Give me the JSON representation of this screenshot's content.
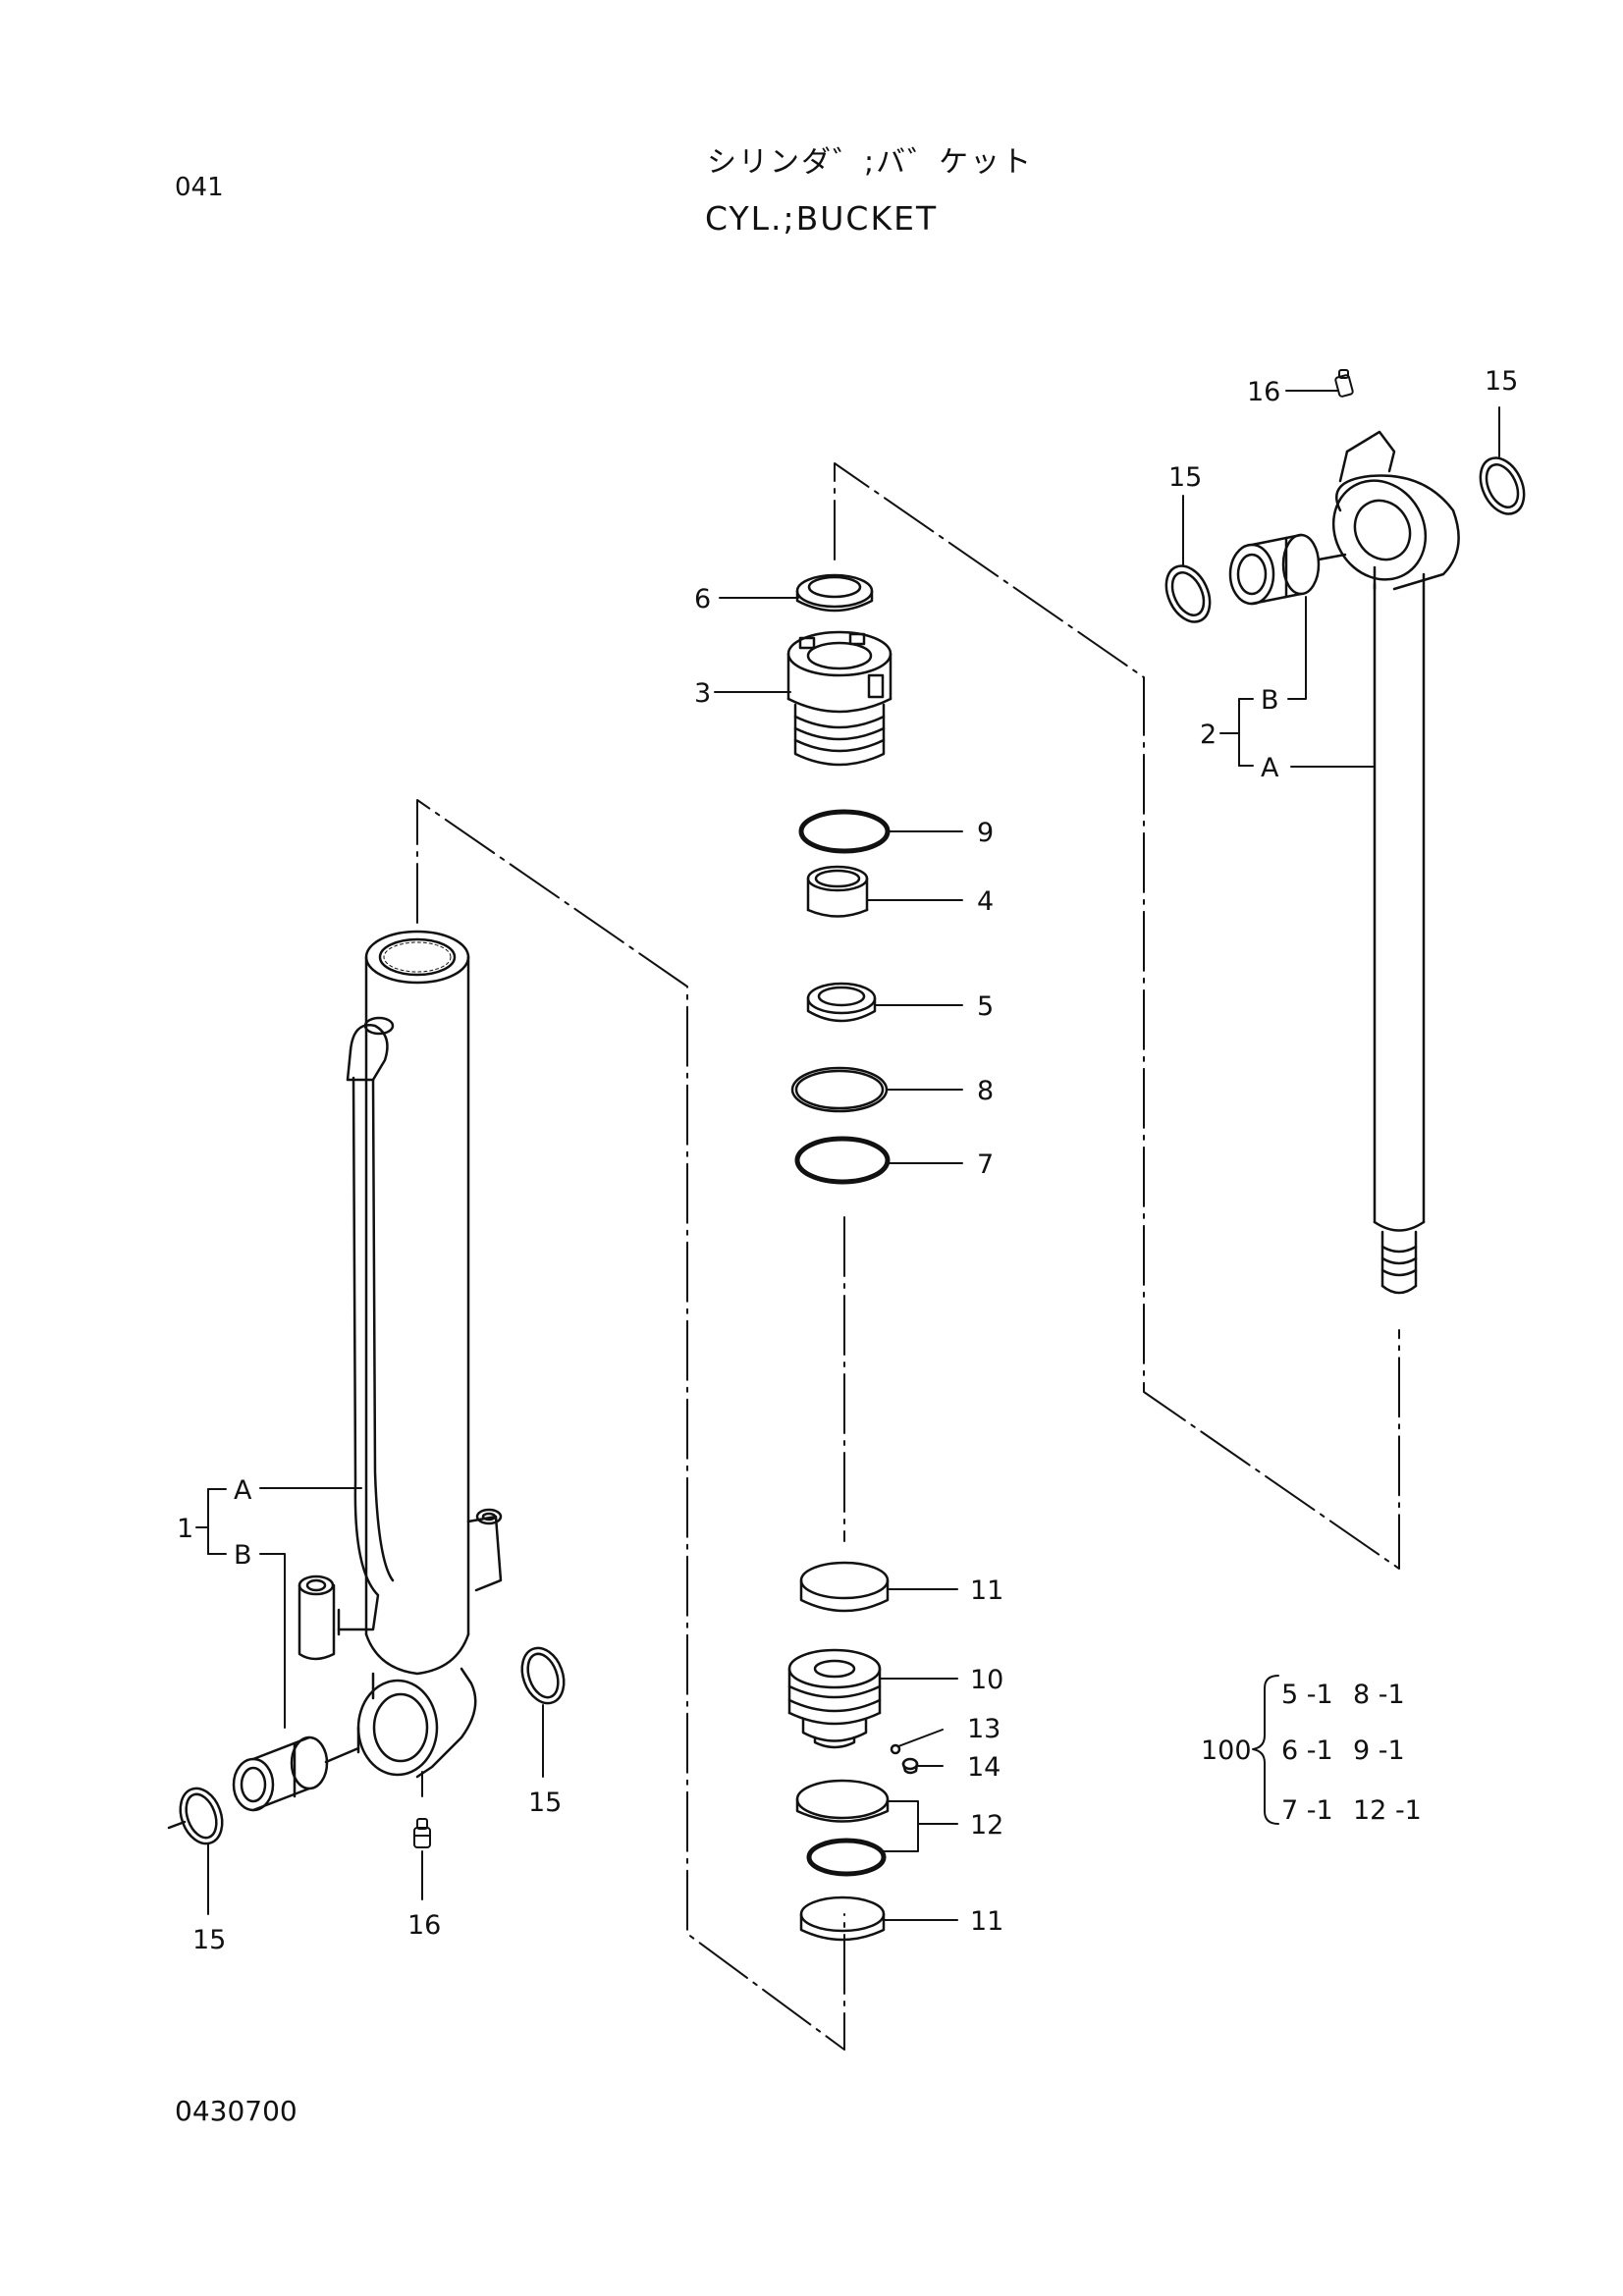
{
  "header": {
    "page_number": "041",
    "title_jp": "シリンダ゛;バ゛ケット",
    "title_en": "CYL.;BUCKET"
  },
  "footer": {
    "code": "0430700"
  },
  "callouts": {
    "c1": "1",
    "c1a": "A",
    "c1b": "B",
    "c2": "2",
    "c2a": "A",
    "c2b": "B",
    "c3": "3",
    "c4": "4",
    "c5": "5",
    "c6": "6",
    "c7": "7",
    "c8": "8",
    "c9": "9",
    "c10": "10",
    "c11a": "11",
    "c11b": "11",
    "c12": "12",
    "c13": "13",
    "c14": "14",
    "c15a": "15",
    "c15b": "15",
    "c15c": "15",
    "c15d": "15",
    "c16a": "16",
    "c16b": "16"
  },
  "kit": {
    "number": "100",
    "items": [
      [
        "5 -1",
        "8 -1"
      ],
      [
        "6 -1",
        "9 -1"
      ],
      [
        "7 -1",
        "12 -1"
      ]
    ]
  }
}
